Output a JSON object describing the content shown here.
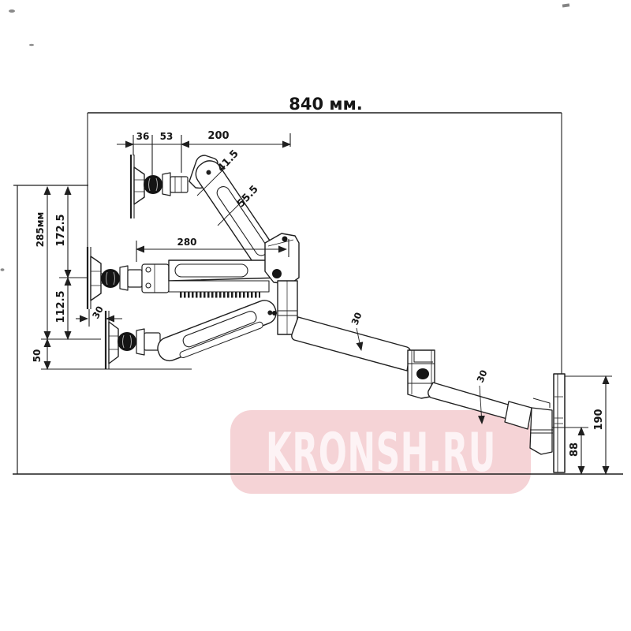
{
  "colors": {
    "line": "#1f1f1f",
    "dim_text": "#161616",
    "watermark_bg": "#f5d3d6",
    "watermark_text": "#fdf3f5",
    "background": "#ffffff"
  },
  "watermark": {
    "text": "KRONSH.RU"
  },
  "dimensions": {
    "total_width": "840 мм.",
    "seg_36": "36",
    "seg_53": "53",
    "seg_200": "200",
    "arm_width_1": "41.5",
    "arm_width_2": "55.5",
    "reach_280": "280",
    "height_total": "285мм",
    "height_upper": "172.5",
    "height_lower": "112.5",
    "base_offset_50": "50",
    "plate_offset_30": "30",
    "tube_dia_1": "30",
    "tube_dia_2": "30",
    "wall_plate_height": "190",
    "wall_plate_lower": "88"
  }
}
